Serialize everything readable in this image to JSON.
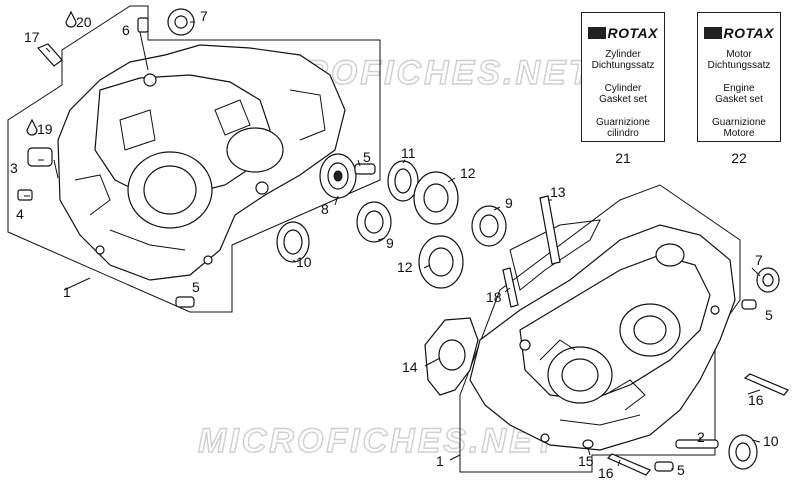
{
  "watermark": "MICROFICHES.NET",
  "callouts": {
    "c1a": "1",
    "c1b": "1",
    "c2": "2",
    "c3": "3",
    "c4": "4",
    "c5a": "5",
    "c5b": "5",
    "c5c": "5",
    "c5d": "5",
    "c6": "6",
    "c7a": "7",
    "c7b": "7",
    "c8": "8",
    "c9a": "9",
    "c9b": "9",
    "c10a": "10",
    "c10b": "10",
    "c11": "11",
    "c12a": "12",
    "c12b": "12",
    "c13": "13",
    "c14": "14",
    "c15": "15",
    "c16a": "16",
    "c16b": "16",
    "c17": "17",
    "c18": "18",
    "c19": "19",
    "c20": "20"
  },
  "kit_cylinder": {
    "brand": "ROTAX",
    "de": [
      "Zylinder",
      "Dichtungssatz"
    ],
    "en": [
      "Cylinder",
      "Gasket set"
    ],
    "it": [
      "Guarnizione",
      "cilindro"
    ],
    "number": "21"
  },
  "kit_engine": {
    "brand": "ROTAX",
    "de": [
      "Motor",
      "Dichtungssatz"
    ],
    "en": [
      "Engine",
      "Gasket set"
    ],
    "it": [
      "Guarnizione",
      "Motore"
    ],
    "number": "22"
  }
}
